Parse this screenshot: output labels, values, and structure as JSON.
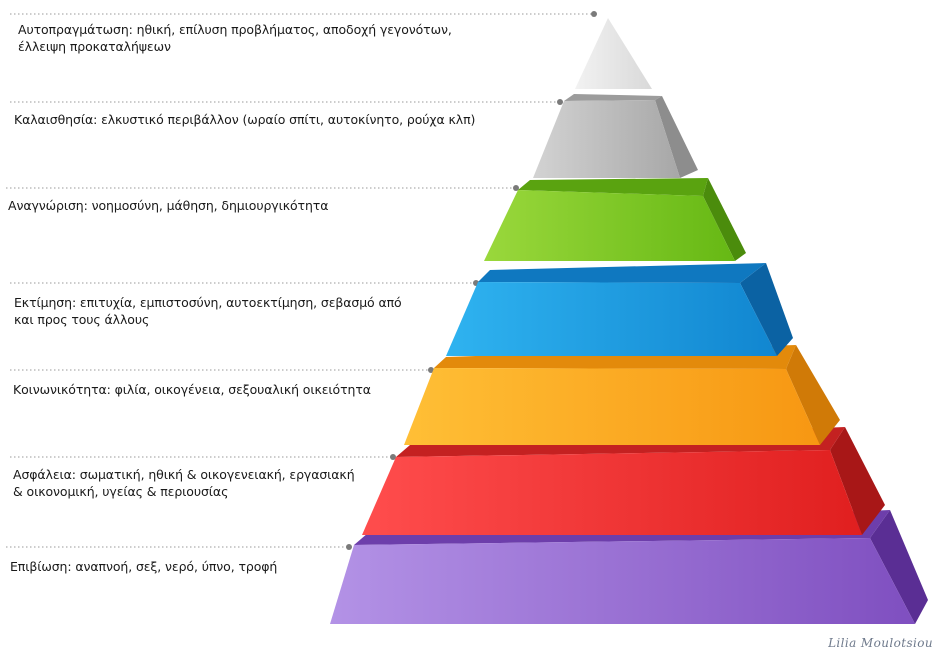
{
  "pyramid": {
    "levels": [
      {
        "label": "Αυτοπραγμάτωση: ηθική, επίλυση προβλήματος, αποδοχή γεγονότων,\nέλλειψη προκαταλήψεων",
        "color": "#e6e6e6"
      },
      {
        "label": "Καλαισθησία: ελκυστικό περιβάλλον (ωραίο σπίτι, αυτοκίνητο, ρούχα κλπ)",
        "color": "#b5b5b5"
      },
      {
        "label": "Αναγνώριση: νοημοσύνη, μάθηση, δημιουργικότητα",
        "color": "#7cc51f"
      },
      {
        "label": "Εκτίμηση: επιτυχία, εμπιστοσύνη, αυτοεκτίμηση, σεβασμό από\nκαι προς τους άλλους",
        "color": "#1e9be0"
      },
      {
        "label": "Κοινωνικότητα: φιλία, οικογένεια, σεξουαλική οικειότητα",
        "color": "#fca81b"
      },
      {
        "label": "Ασφάλεια: σωματική, ηθική & οικογενειακή, εργασιακή\n& οικονομική, υγείας & περιουσίας",
        "color": "#ef2f2f"
      },
      {
        "label": "Επιβίωση: αναπνοή, σεξ, νερό, ύπνο, τροφή",
        "color": "#9a6fd2"
      }
    ]
  },
  "signature": "Lilia Moulotsiou"
}
